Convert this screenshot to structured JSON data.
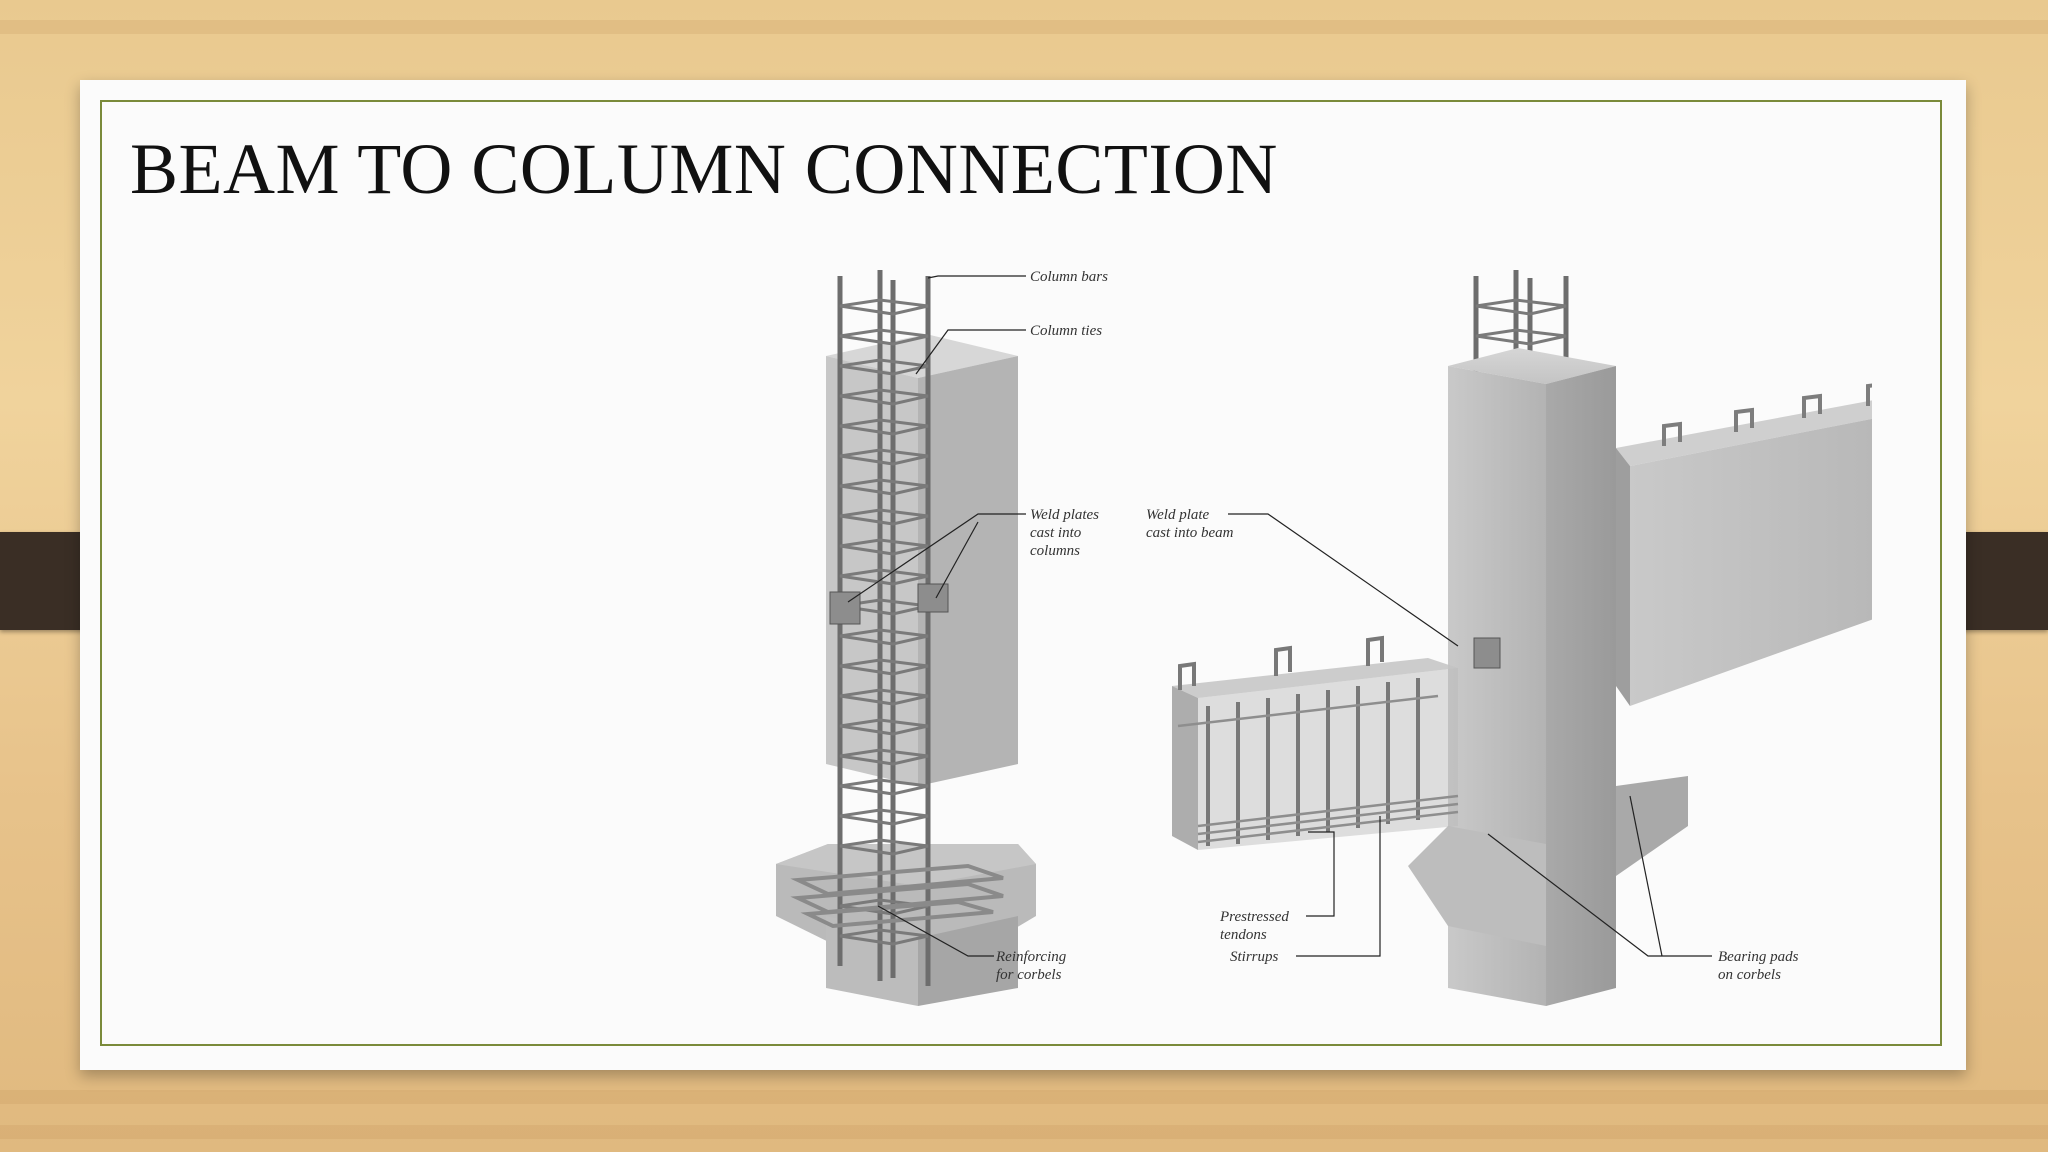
{
  "slide": {
    "title": "BEAM TO COLUMN CONNECTION"
  },
  "diagram": {
    "labels": {
      "column_bars": "Column bars",
      "column_ties": "Column ties",
      "weld_plates_cols_l1": "Weld plates",
      "weld_plates_cols_l2": "cast into",
      "weld_plates_cols_l3": "columns",
      "weld_plate_beam_l1": "Weld plate",
      "weld_plate_beam_l2": "cast into beam",
      "reinforcing_l1": "Reinforcing",
      "reinforcing_l2": "for corbels",
      "prestressed_l1": "Prestressed",
      "prestressed_l2": "tendons",
      "stirrups": "Stirrups",
      "bearing_l1": "Bearing pads",
      "bearing_l2": "on corbels"
    }
  },
  "colors": {
    "frame": "#7a8a3a",
    "concrete": "#b9b9b9",
    "clip": "#3a2e25"
  }
}
